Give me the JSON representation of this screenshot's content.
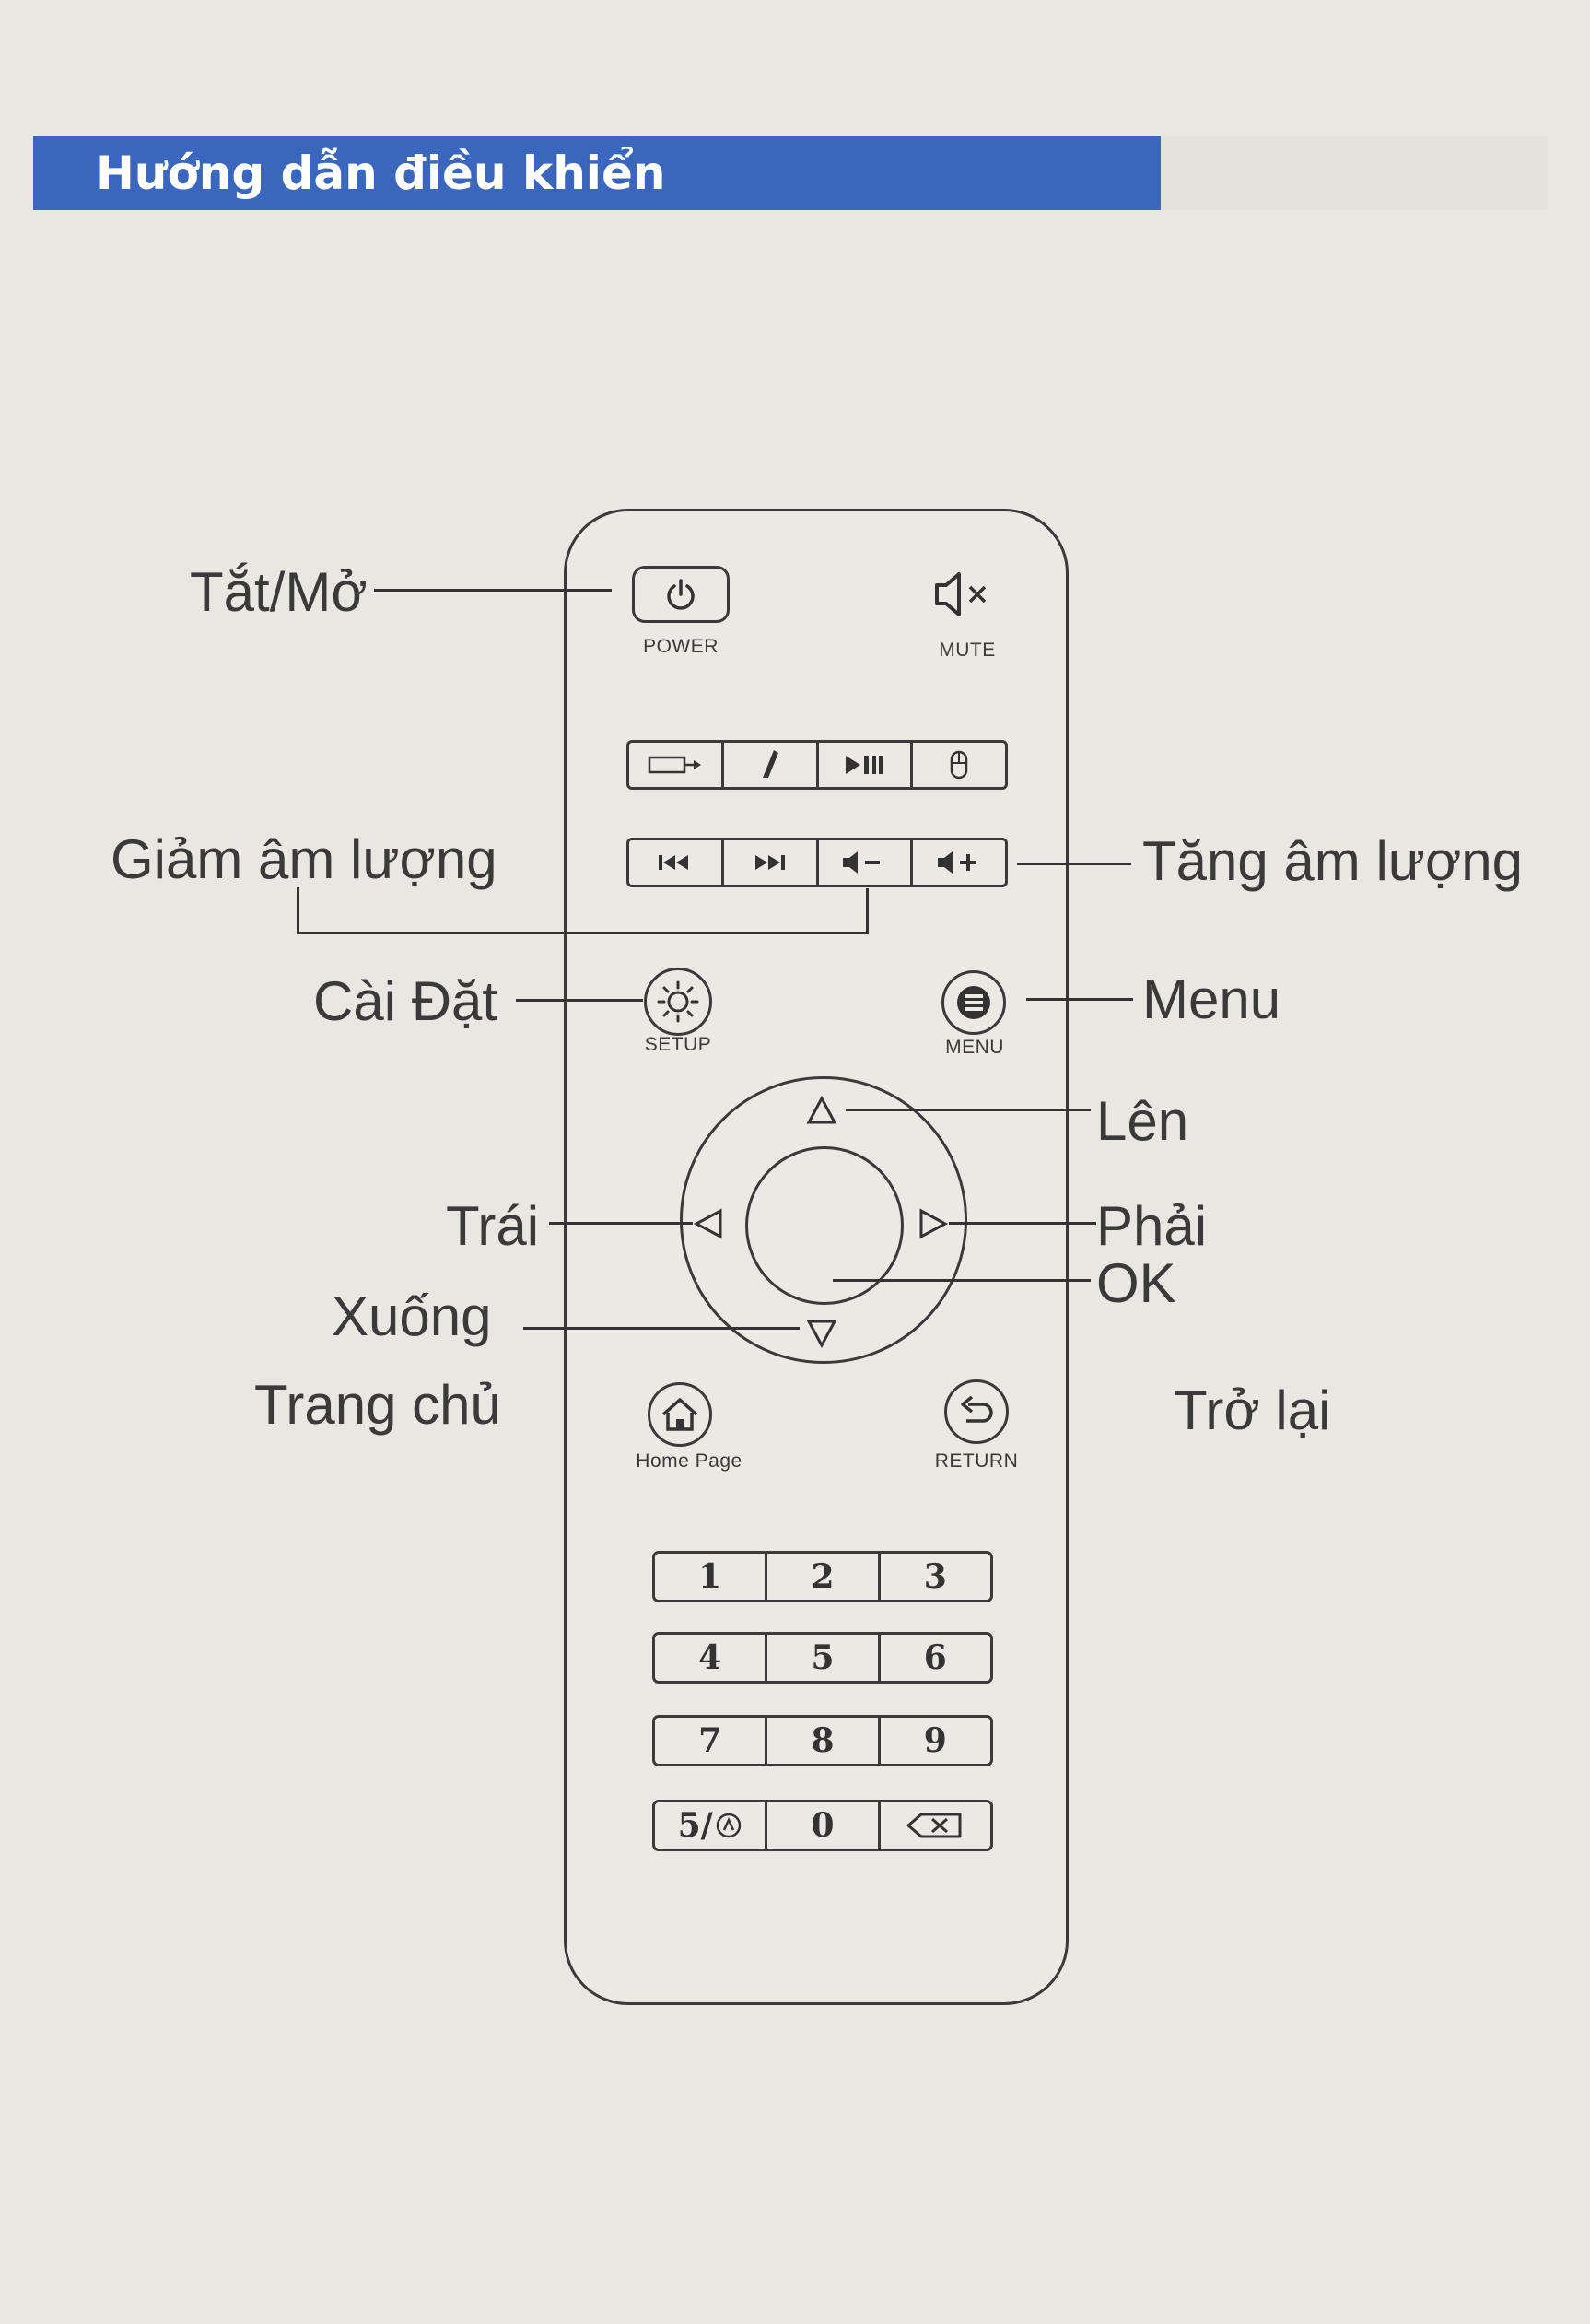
{
  "header": {
    "title": "Hướng dẫn điều khiển"
  },
  "labels": {
    "power": "Tắt/Mở",
    "volume_down": "Giảm âm lượng",
    "volume_up": "Tăng âm lượng",
    "setup": "Cài Đặt",
    "menu": "Menu",
    "up": "Lên",
    "left": "Trái",
    "right": "Phải",
    "ok": "OK",
    "down": "Xuống",
    "home": "Trang chủ",
    "back": "Trở lại"
  },
  "remote": {
    "power_caption": "POWER",
    "mute_caption": "MUTE",
    "setup_caption": "SETUP",
    "menu_caption": "MENU",
    "home_caption": "Home Page",
    "return_caption": "RETURN",
    "media_strip": [
      "input-icon",
      "pen-icon",
      "play-pause-icon",
      "mouse-icon"
    ],
    "transport_strip": [
      "previous-icon",
      "next-icon",
      "volume-down-icon",
      "volume-up-icon"
    ],
    "keypad": [
      [
        "1",
        "2",
        "3"
      ],
      [
        "4",
        "5",
        "6"
      ],
      [
        "7",
        "8",
        "9"
      ],
      [
        "5/",
        "0",
        ""
      ]
    ]
  },
  "colors": {
    "header_bg": "#3a67bd",
    "header_text": "#ffffff",
    "paper": "#e9e7e1",
    "ink": "#3a3a3a"
  }
}
